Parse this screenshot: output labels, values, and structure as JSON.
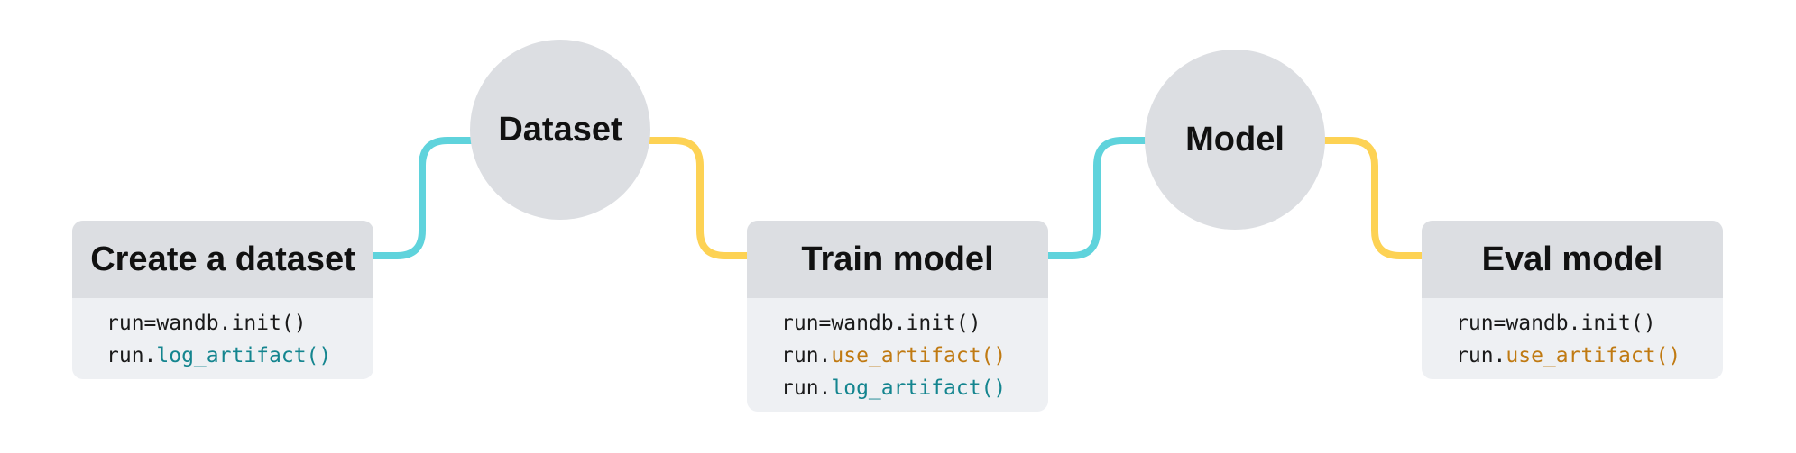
{
  "colors": {
    "log_connector": "#5fd3dc",
    "use_connector": "#fdd254",
    "log_fn": "#14858f",
    "use_fn": "#c07a12",
    "node_fill": "#dcdee2",
    "card_body": "#eef0f3"
  },
  "artifacts": {
    "dataset": "Dataset",
    "model": "Model"
  },
  "cards": {
    "create": {
      "title": "Create a dataset",
      "line1": "run=wandb.init()",
      "line2_prefix": "run.",
      "line2_fn": "log_artifact()"
    },
    "train": {
      "title": "Train model",
      "line1": "run=wandb.init()",
      "line2_prefix": "run.",
      "line2_fn": "use_artifact()",
      "line3_prefix": "run.",
      "line3_fn": "log_artifact()"
    },
    "eval": {
      "title": "Eval model",
      "line1": "run=wandb.init()",
      "line2_prefix": "run.",
      "line2_fn": "use_artifact()"
    }
  }
}
